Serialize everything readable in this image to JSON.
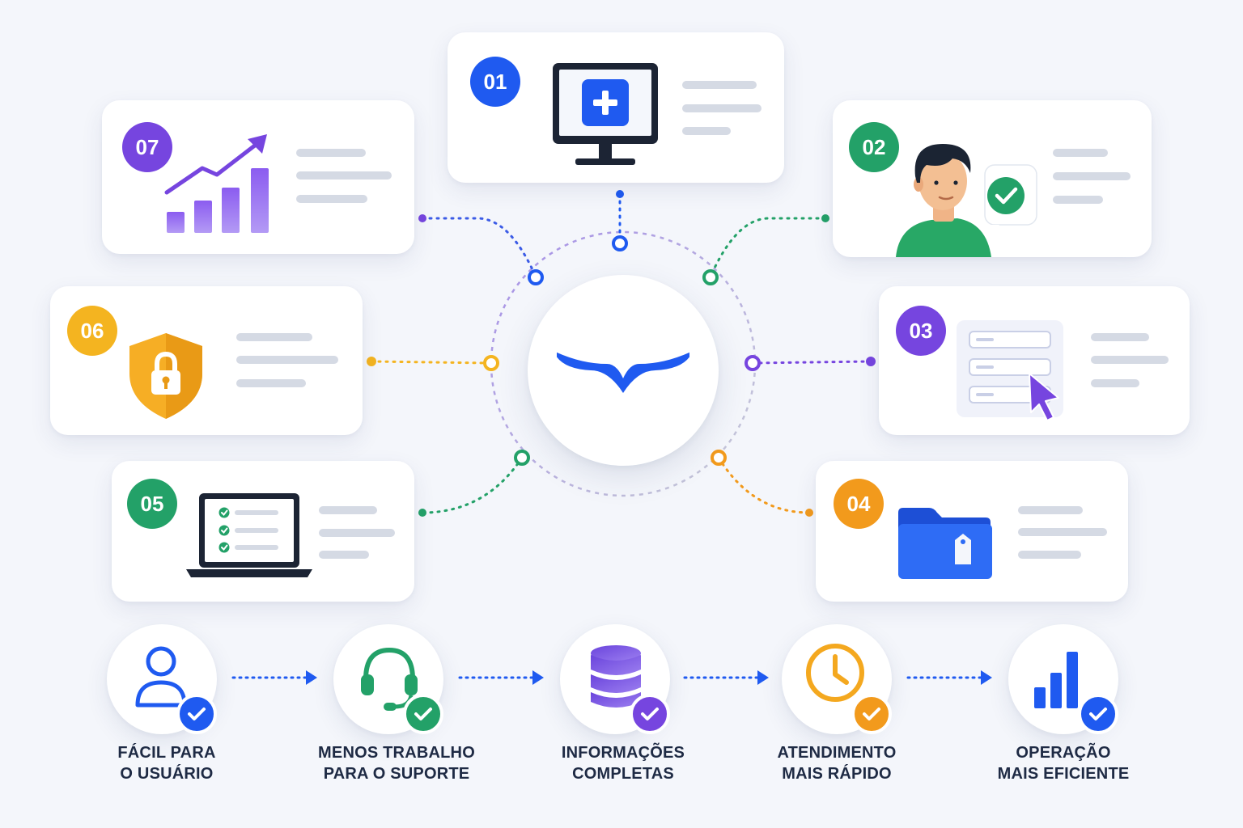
{
  "colors": {
    "blue": "#1f5af0",
    "green": "#23a168",
    "purple": "#7645df",
    "orange": "#f29a1c",
    "yellow": "#f4b420",
    "placeholder": "#d5dae4",
    "text": "#1e2a44"
  },
  "hub": {
    "logo_icon": "brand-wings-logo"
  },
  "cards": [
    {
      "number": "01",
      "icon": "monitor-plus-icon",
      "color": "#1f5af0"
    },
    {
      "number": "02",
      "icon": "support-agent-check-icon",
      "color": "#23a168"
    },
    {
      "number": "03",
      "icon": "form-cursor-icon",
      "color": "#7645df"
    },
    {
      "number": "04",
      "icon": "folder-tag-icon",
      "color": "#f29a1c"
    },
    {
      "number": "05",
      "icon": "laptop-checklist-icon",
      "color": "#23a168"
    },
    {
      "number": "06",
      "icon": "shield-lock-icon",
      "color": "#f4b420"
    },
    {
      "number": "07",
      "icon": "growth-chart-icon",
      "color": "#7645df"
    }
  ],
  "steps": [
    {
      "label_line1": "FÁCIL PARA",
      "label_line2": "O USUÁRIO",
      "icon": "user-icon",
      "color": "#1f5af0"
    },
    {
      "label_line1": "MENOS TRABALHO",
      "label_line2": "PARA O SUPORTE",
      "icon": "headset-icon",
      "color": "#23a168"
    },
    {
      "label_line1": "INFORMAÇÕES",
      "label_line2": "COMPLETAS",
      "icon": "database-icon",
      "color": "#7645df"
    },
    {
      "label_line1": "ATENDIMENTO",
      "label_line2": "MAIS RÁPIDO",
      "icon": "clock-icon",
      "color": "#f29a1c"
    },
    {
      "label_line1": "OPERAÇÃO",
      "label_line2": "MAIS EFICIENTE",
      "icon": "bar-chart-icon",
      "color": "#1f5af0"
    }
  ]
}
